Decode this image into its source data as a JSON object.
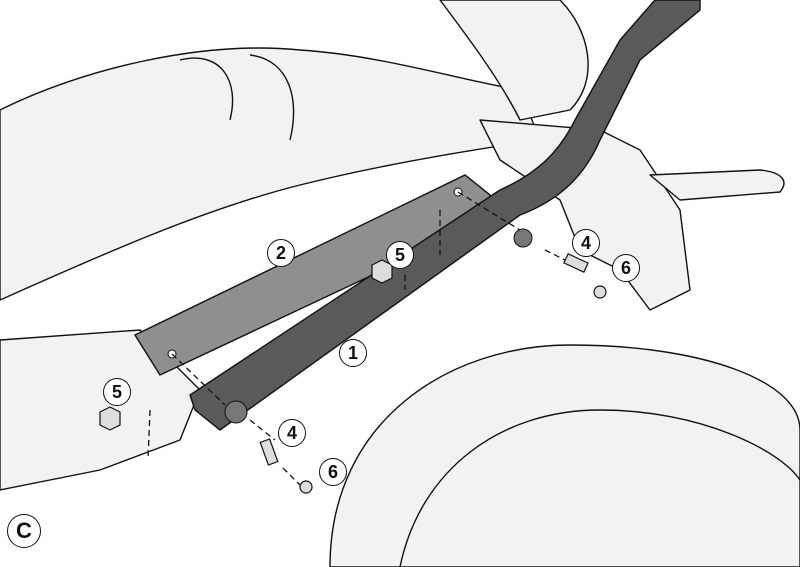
{
  "diagram": {
    "section_label": "C",
    "callouts": [
      {
        "id": "bracket",
        "label": "1"
      },
      {
        "id": "plate",
        "label": "2"
      },
      {
        "id": "screw-right",
        "label": "4"
      },
      {
        "id": "screw-left",
        "label": "4"
      },
      {
        "id": "nut-right",
        "label": "5"
      },
      {
        "id": "nut-left",
        "label": "5"
      },
      {
        "id": "washer-right",
        "label": "6"
      },
      {
        "id": "washer-left",
        "label": "6"
      }
    ],
    "colors": {
      "bracket": "#5a5a5a",
      "plate": "#8f8f8f",
      "body": "#f2f2f2",
      "outline": "#111111"
    }
  }
}
